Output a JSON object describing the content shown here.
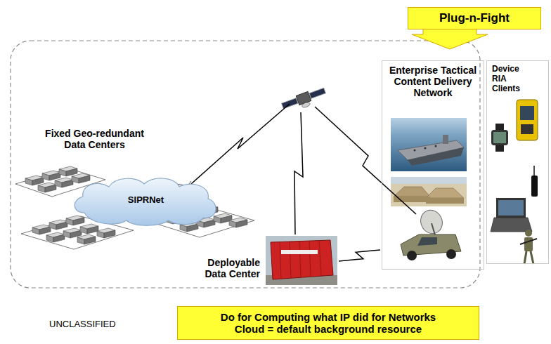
{
  "diagram": {
    "nodes": [
      {
        "text": [
          "Plug-n-Fight"
        ]
      },
      {
        "text": [
          "Enterprise Tactical Content Delivery Network"
        ]
      },
      {
        "text": [
          "Device RIA Clients"
        ]
      },
      {
        "text": [
          "SIPRNet"
        ]
      },
      {
        "text": [
          "Deployable Data Center"
        ]
      },
      {
        "text": [
          "Do for Computing what IP did for Networks",
          "Cloud = default background resource"
        ]
      }
    ],
    "edges": [
      {
        "from": 4,
        "to": 1,
        "arrow": "none"
      }
    ],
    "labels": [
      "Fixed Geo-redundant Data Centers",
      "UNCLASSIFIED"
    ]
  }
}
